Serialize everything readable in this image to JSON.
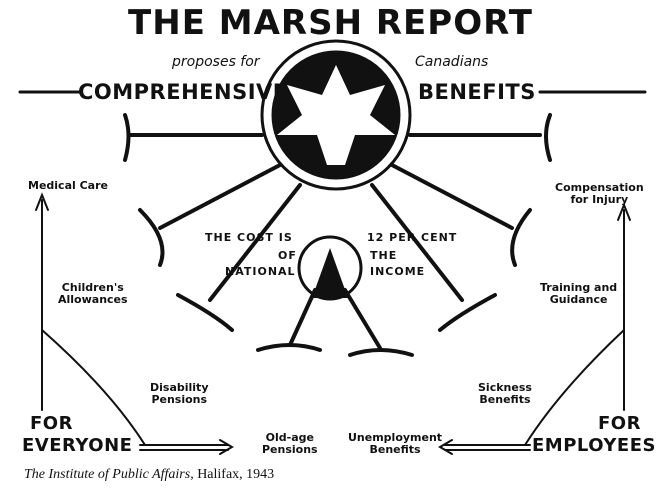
{
  "title": "THE MARSH REPORT",
  "subtitle_left": "proposes for",
  "subtitle_right": "Canadians",
  "headline_left": "COMPREHENSIVE",
  "headline_right": "BENEFITS",
  "benefits": [
    {
      "line1": "Medical",
      "line2": "Care"
    },
    {
      "line1": "Children's",
      "line2": "Allowances"
    },
    {
      "line1": "Disability",
      "line2": "Pensions"
    },
    {
      "line1": "Old-age",
      "line2": "Pensions"
    },
    {
      "line1": "Unemployment",
      "line2": "Benefits"
    },
    {
      "line1": "Sickness",
      "line2": "Benefits"
    },
    {
      "line1": "Training and",
      "line2": "Guidance"
    },
    {
      "line1": "Compensation",
      "line2": "for Injury"
    }
  ],
  "cost": {
    "left1": "THE COST IS",
    "left2": "OF",
    "left3": "NATIONAL",
    "right1": "12 PER CENT",
    "right2": "THE",
    "right3": "INCOME"
  },
  "for_everyone_1": "FOR",
  "for_everyone_2": "EVERYONE",
  "for_employees_1": "FOR",
  "for_employees_2": "EMPLOYEES",
  "caption": {
    "italic": "The Institute of Public Affairs",
    "rest": ", Halifax, 1943"
  }
}
